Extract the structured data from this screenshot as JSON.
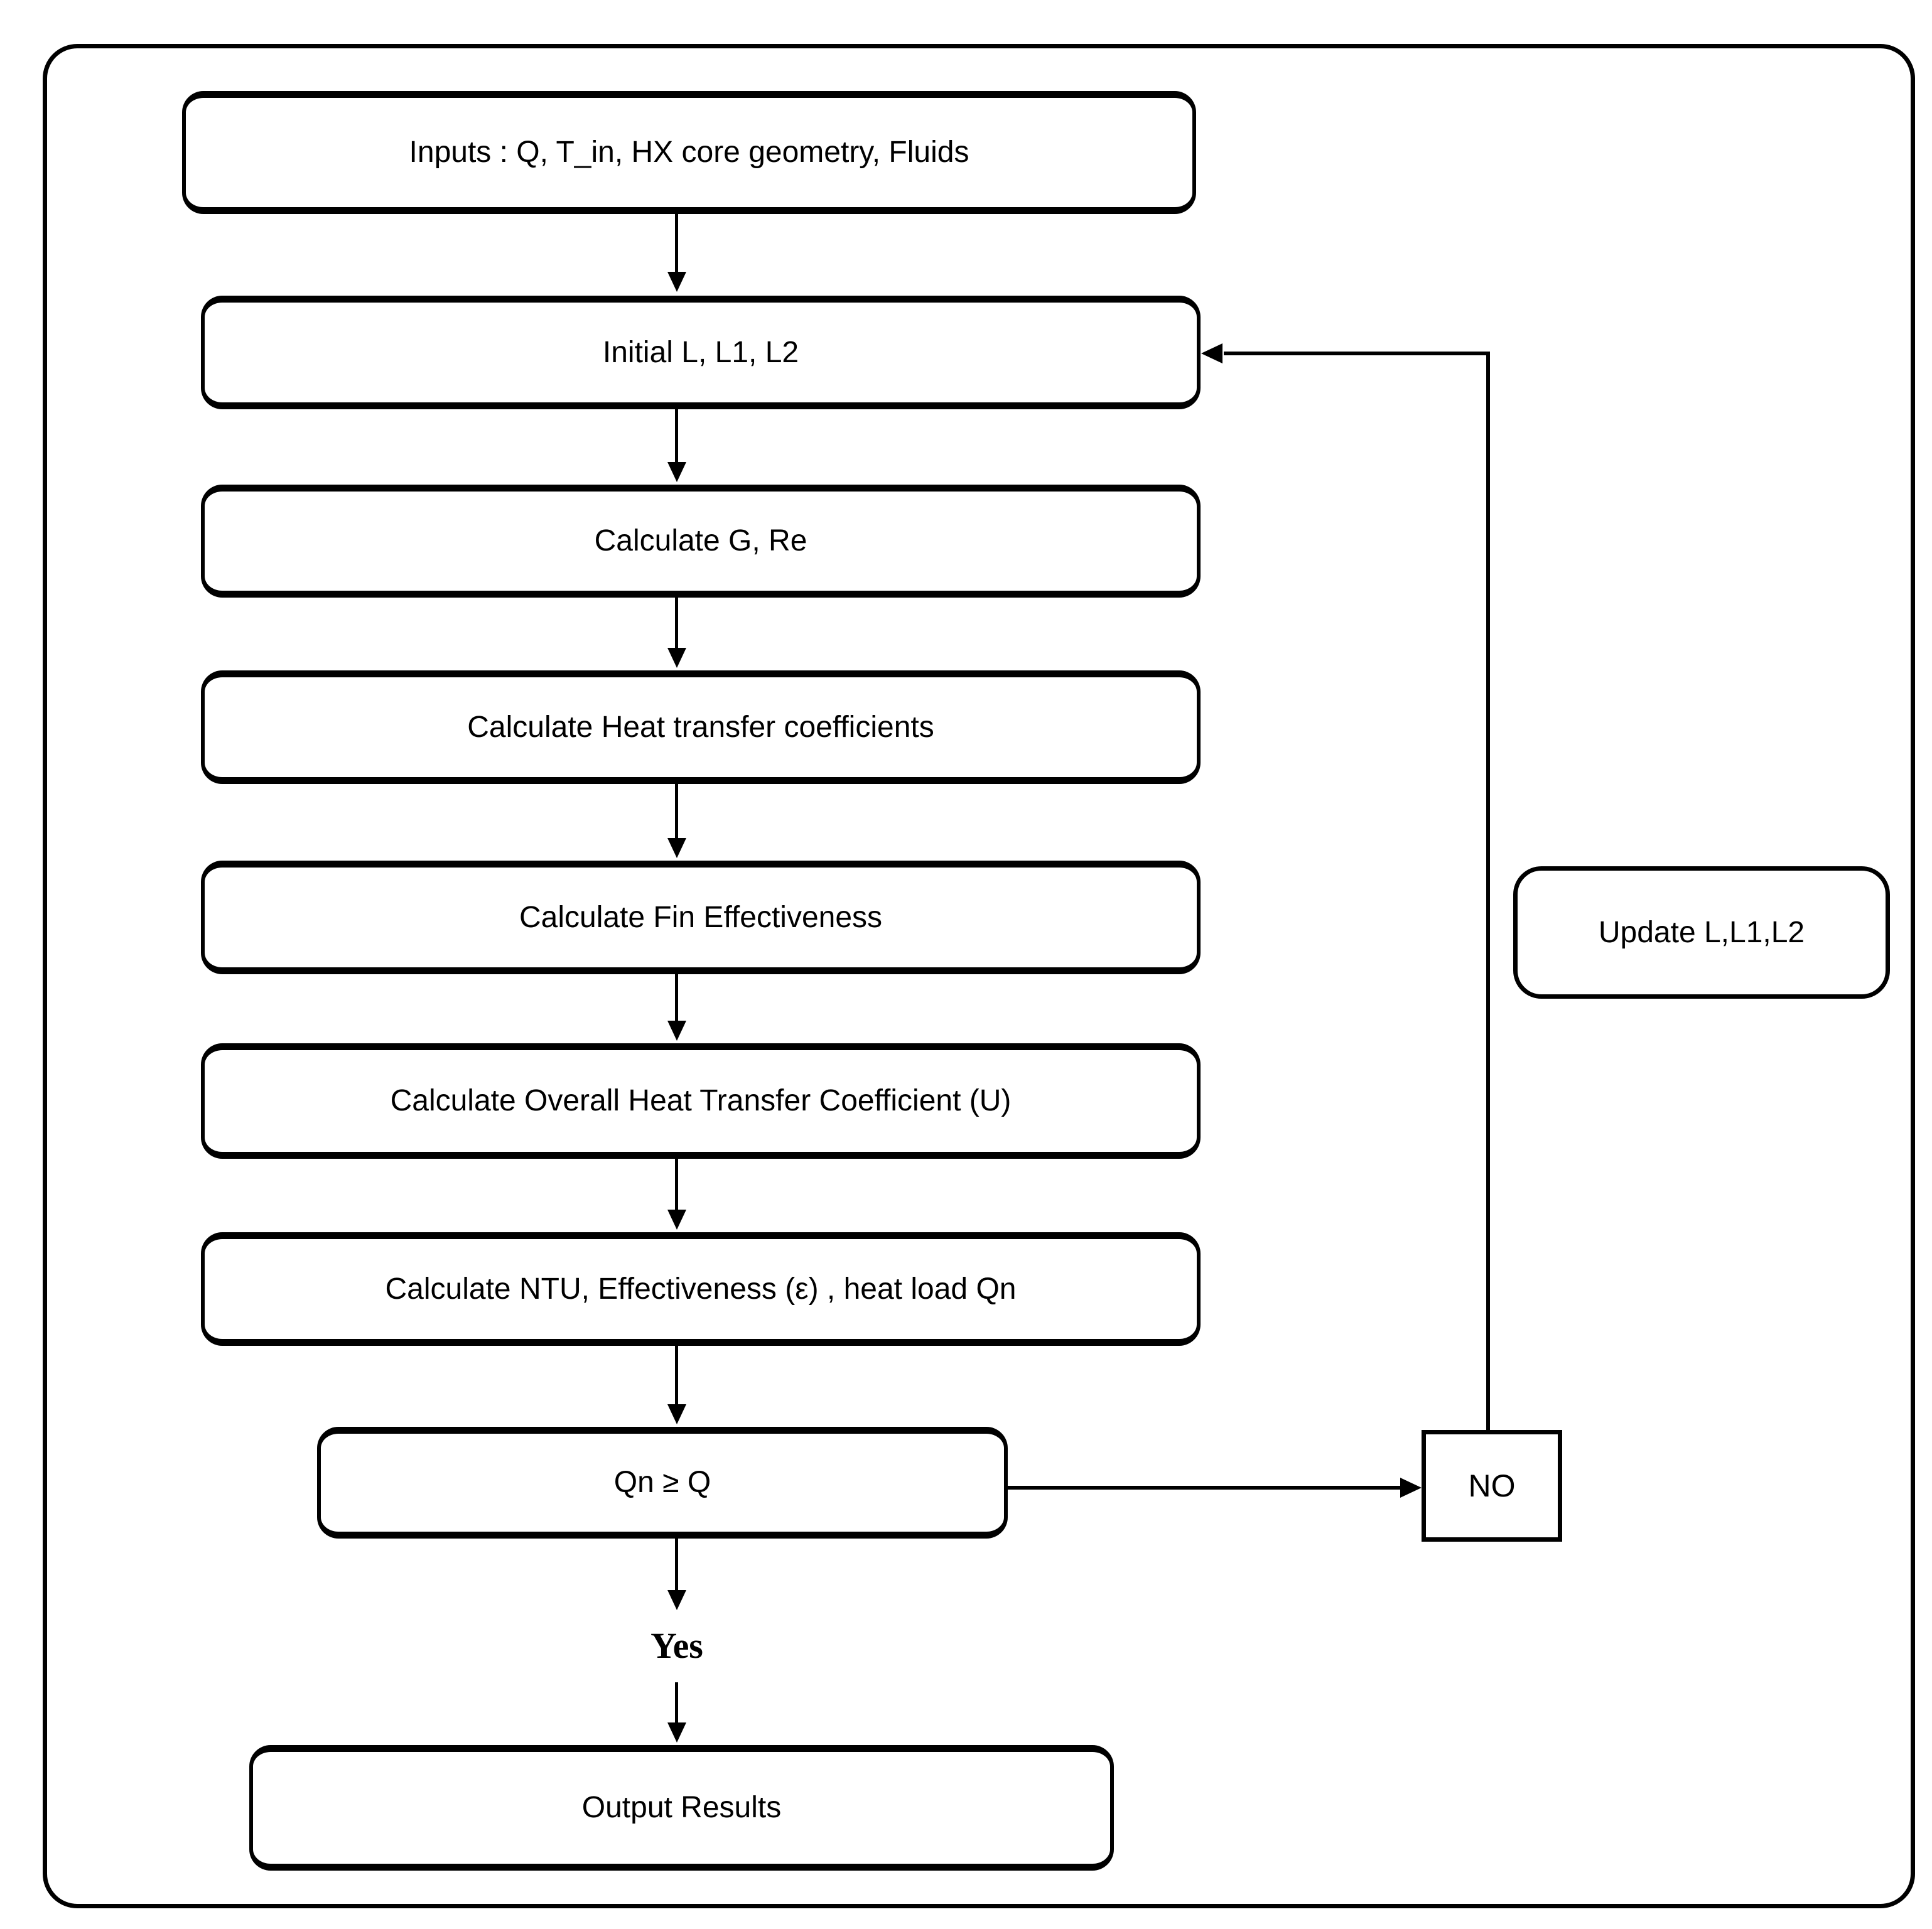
{
  "diagram": {
    "type": "flowchart",
    "colors": {
      "line": "#000000",
      "background": "#ffffff",
      "text": "#000000"
    },
    "nodes": [
      {
        "id": "inputs",
        "shape": "rounded-rect",
        "label": "Inputs : Q, T_in, HX core geometry, Fluids"
      },
      {
        "id": "initial",
        "shape": "rounded-rect",
        "label": "Initial L, L1, L2"
      },
      {
        "id": "calc-g-re",
        "shape": "rounded-rect",
        "label": "Calculate G, Re"
      },
      {
        "id": "calc-htc",
        "shape": "rounded-rect",
        "label": "Calculate Heat transfer coefficients"
      },
      {
        "id": "calc-fin",
        "shape": "rounded-rect",
        "label": "Calculate Fin Effectiveness"
      },
      {
        "id": "calc-u",
        "shape": "rounded-rect",
        "label": "Calculate Overall Heat Transfer Coefficient (U)"
      },
      {
        "id": "calc-ntu",
        "shape": "rounded-rect",
        "label": "Calculate NTU, Effectiveness (ε) , heat load Qn"
      },
      {
        "id": "decision",
        "shape": "rounded-rect",
        "label": "Qn ≥ Q"
      },
      {
        "id": "no",
        "shape": "rect",
        "label": "NO"
      },
      {
        "id": "update",
        "shape": "rounded-rect",
        "label": "Update L,L1,L2"
      },
      {
        "id": "output",
        "shape": "rounded-rect",
        "label": "Output Results"
      }
    ],
    "edge_labels": {
      "yes": "Yes"
    },
    "edges": [
      "inputs -> initial",
      "initial -> calc-g-re",
      "calc-g-re -> calc-htc",
      "calc-htc -> calc-fin",
      "calc-fin -> calc-u",
      "calc-u -> calc-ntu",
      "calc-ntu -> decision",
      "decision -> no",
      "no -> initial (feedback, passes Update L,L1,L2)",
      "decision -> output (Yes)"
    ]
  }
}
